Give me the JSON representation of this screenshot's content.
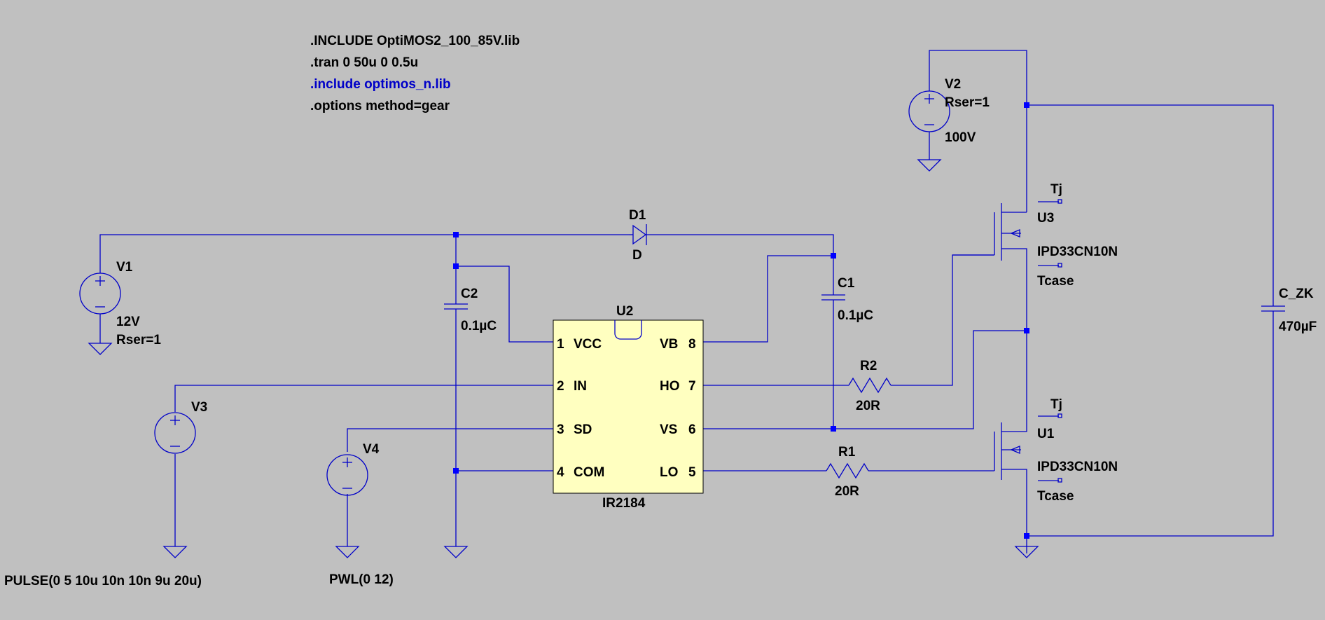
{
  "directives": [
    {
      "text": ".INCLUDE OptiMOS2_100_85V.lib",
      "color": "#000000"
    },
    {
      "text": ".tran 0 50u 0 0.5u",
      "color": "#000000"
    },
    {
      "text": ".include optimos_n.lib",
      "color": "#0000c8"
    },
    {
      "text": ".options method=gear",
      "color": "#000000"
    }
  ],
  "colors": {
    "background": "#c0c0c0",
    "wire": "#0000c8",
    "junction": "#0000ff",
    "ic_fill": "#ffffc0"
  },
  "components": {
    "V1": {
      "name": "V1",
      "value": "12V",
      "extra": "Rser=1"
    },
    "V2": {
      "name": "V2",
      "value": "100V",
      "extra": "Rser=1"
    },
    "V3": {
      "name": "V3",
      "value": "PULSE(0 5 10u 10n 10n 9u 20u)"
    },
    "V4": {
      "name": "V4",
      "value": "PWL(0 12)"
    },
    "D1": {
      "name": "D1",
      "value": "D"
    },
    "C1": {
      "name": "C1",
      "value": "0.1µC"
    },
    "C2": {
      "name": "C2",
      "value": "0.1µC"
    },
    "C_ZK": {
      "name": "C_ZK",
      "value": "470µF"
    },
    "R1": {
      "name": "R1",
      "value": "20R"
    },
    "R2": {
      "name": "R2",
      "value": "20R"
    },
    "U1": {
      "name": "U1",
      "model": "IPD33CN10N",
      "tj": "Tj",
      "tcase": "Tcase"
    },
    "U3": {
      "name": "U3",
      "model": "IPD33CN10N",
      "tj": "Tj",
      "tcase": "Tcase"
    },
    "U2": {
      "name": "U2",
      "model": "IR2184",
      "pins_left": [
        {
          "num": "1",
          "label": "VCC"
        },
        {
          "num": "2",
          "label": "IN"
        },
        {
          "num": "3",
          "label": "SD"
        },
        {
          "num": "4",
          "label": "COM"
        }
      ],
      "pins_right": [
        {
          "num": "8",
          "label": "VB"
        },
        {
          "num": "7",
          "label": "HO"
        },
        {
          "num": "6",
          "label": "VS"
        },
        {
          "num": "5",
          "label": "LO"
        }
      ]
    }
  }
}
